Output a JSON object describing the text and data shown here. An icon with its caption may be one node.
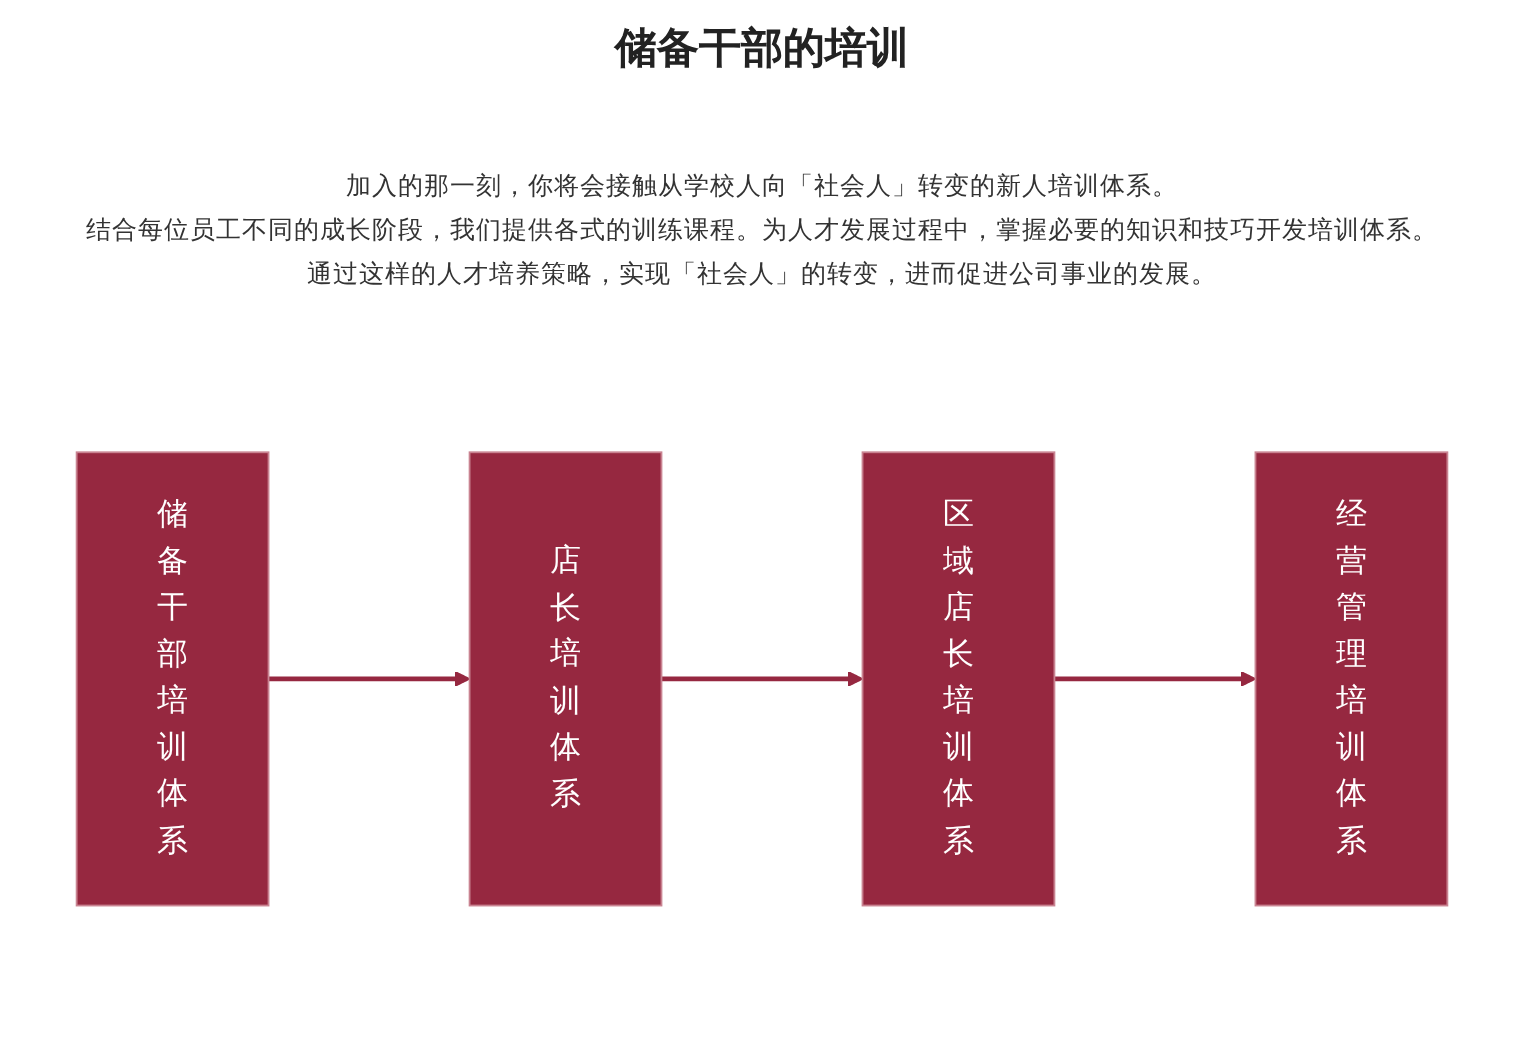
{
  "diagram": {
    "title": "储备干部的培训",
    "nodes": [
      {
        "text": [
          "储备干部培训体系"
        ]
      },
      {
        "text": [
          "店长培训体系"
        ]
      },
      {
        "text": [
          "区域店长培训体系"
        ]
      },
      {
        "text": [
          "经营管理培训体系"
        ]
      }
    ],
    "edges": [
      {
        "from": 0,
        "to": 1,
        "arrow": "to"
      },
      {
        "from": 1,
        "to": 2,
        "arrow": "to"
      },
      {
        "from": 2,
        "to": 3,
        "arrow": "to"
      }
    ],
    "labels": [
      "加入的那一刻，你将会接触从学校人向「社会人」转变的新人培训体系。",
      "结合每位员工不同的成长阶段，我们提供各式的训练课程。为人才发展过程中，掌握必要的知识和技巧开发培训体系。",
      "通过这样的人才培养策略，实现「社会人」的转变，进而促进公司事业的发展。"
    ]
  }
}
